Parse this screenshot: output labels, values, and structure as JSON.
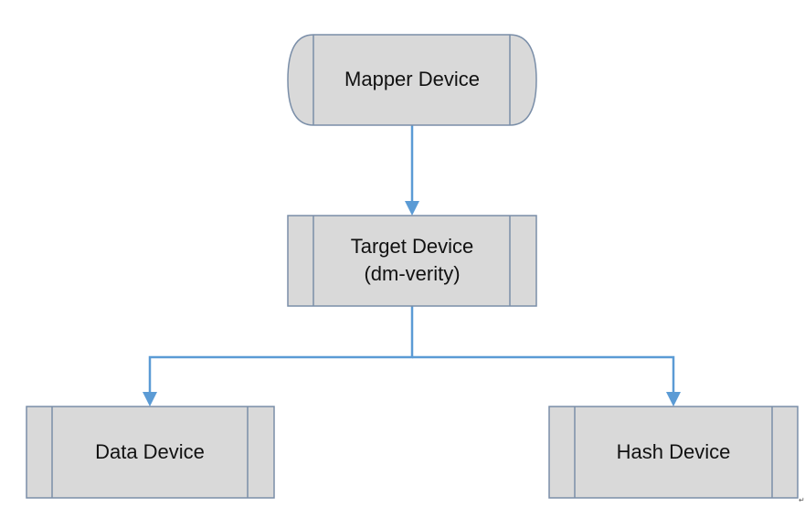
{
  "diagram": {
    "nodes": {
      "mapper": {
        "label": "Mapper Device"
      },
      "target": {
        "label_line1": "Target Device",
        "label_line2": "(dm-verity)"
      },
      "data": {
        "label": "Data Device"
      },
      "hash": {
        "label": "Hash Device"
      }
    },
    "edges": [
      {
        "from": "mapper",
        "to": "target"
      },
      {
        "from": "target",
        "to": "data"
      },
      {
        "from": "target",
        "to": "hash"
      }
    ],
    "colors": {
      "node_fill": "#d9d9d9",
      "node_border": "#7a8ea8",
      "connector": "#5b9bd5"
    },
    "corner_mark": "↵"
  }
}
